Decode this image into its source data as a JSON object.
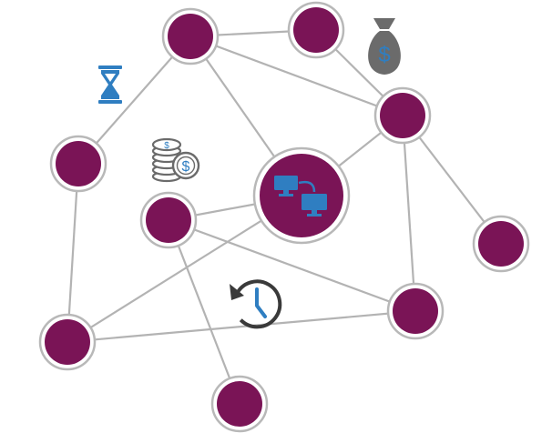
{
  "diagram": {
    "type": "network-graph",
    "colors": {
      "node_fill": "#7a1456",
      "node_ring": "#b8b8b8",
      "edge": "#b3b3b3",
      "icon_blue": "#2f7ec1",
      "icon_gray": "#6b6b6b",
      "icon_dark": "#3a3a3a"
    },
    "nodes": [
      {
        "id": "n1",
        "kind": "standard"
      },
      {
        "id": "n2",
        "kind": "standard"
      },
      {
        "id": "n3",
        "kind": "standard"
      },
      {
        "id": "n4",
        "kind": "standard"
      },
      {
        "id": "n5",
        "kind": "standard"
      },
      {
        "id": "n6",
        "kind": "hub",
        "icon": "network-computers-icon"
      },
      {
        "id": "n7",
        "kind": "standard"
      },
      {
        "id": "n8",
        "kind": "standard"
      },
      {
        "id": "n9",
        "kind": "standard"
      },
      {
        "id": "n10",
        "kind": "standard"
      }
    ],
    "edges": [
      [
        "n1",
        "n2"
      ],
      [
        "n1",
        "n3"
      ],
      [
        "n1",
        "n4"
      ],
      [
        "n1",
        "n6"
      ],
      [
        "n2",
        "n3"
      ],
      [
        "n3",
        "n6"
      ],
      [
        "n3",
        "n7"
      ],
      [
        "n3",
        "n8"
      ],
      [
        "n4",
        "n9"
      ],
      [
        "n5",
        "n6"
      ],
      [
        "n5",
        "n8"
      ],
      [
        "n5",
        "n10"
      ],
      [
        "n6",
        "n9"
      ],
      [
        "n8",
        "n9"
      ]
    ],
    "decorations": [
      "hourglass-icon",
      "money-bag-icon",
      "coin-stack-icon",
      "history-clock-icon"
    ]
  }
}
